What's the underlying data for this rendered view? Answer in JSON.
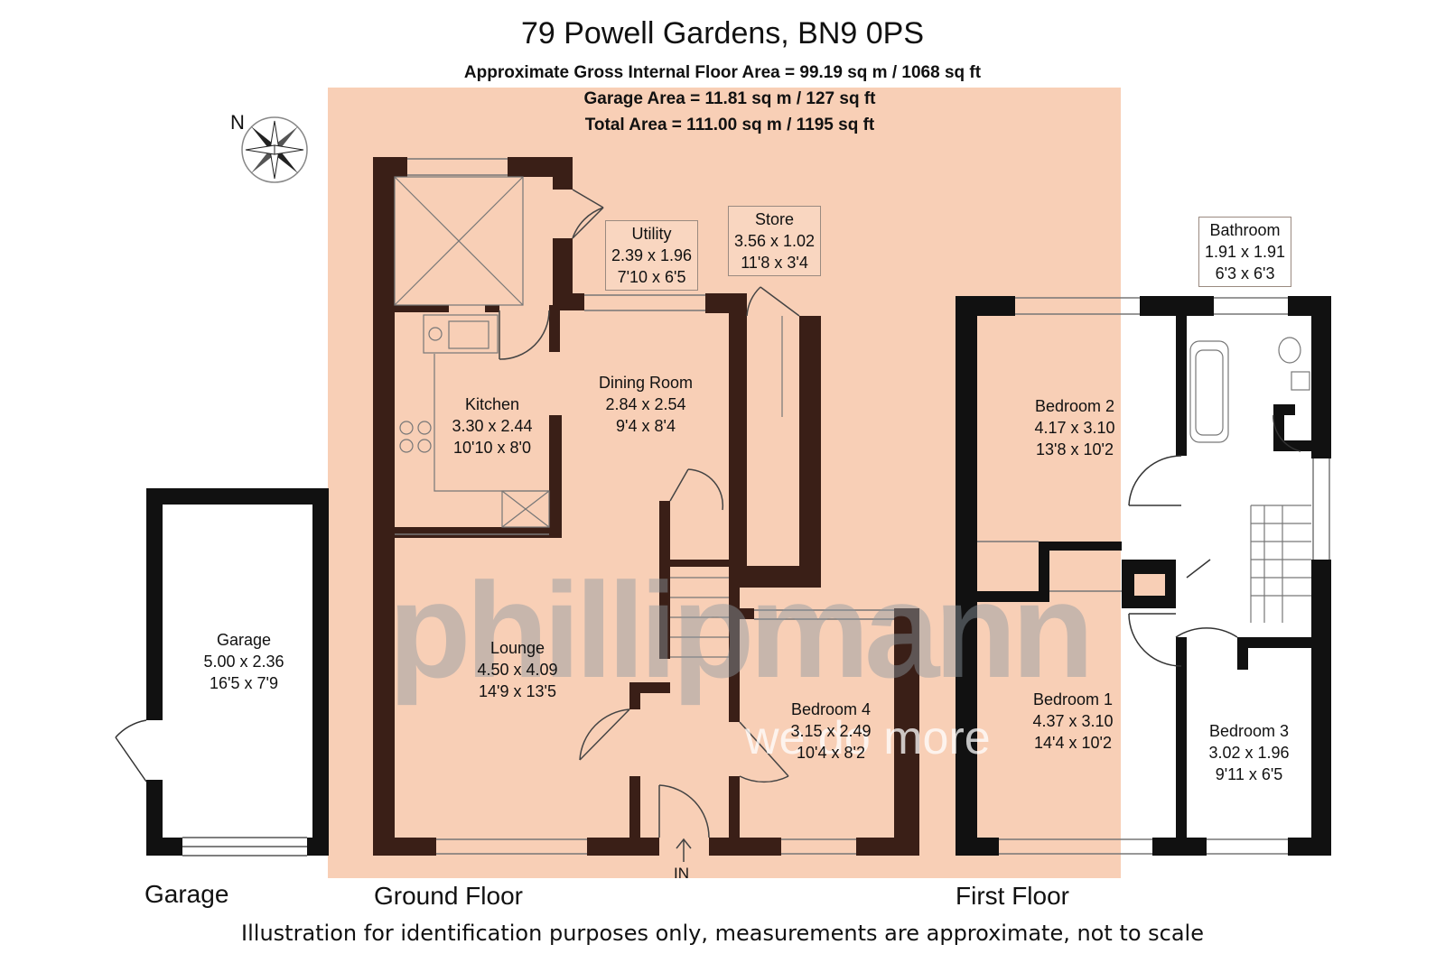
{
  "header": {
    "title": "79 Powell Gardens, BN9 0PS",
    "gross_area": "Approximate Gross Internal Floor Area = 99.19 sq m / 1068 sq ft",
    "garage_area": "Garage Area = 11.81 sq m / 127 sq ft",
    "total_area": "Total Area = 111.00 sq m / 1195 sq ft"
  },
  "compass": {
    "label": "N",
    "icon": "compass-rose-icon"
  },
  "rooms": {
    "utility": {
      "name": "Utility",
      "metric": "2.39 x 1.96",
      "imperial": "7'10 x 6'5"
    },
    "store": {
      "name": "Store",
      "metric": "3.56 x 1.02",
      "imperial": "11'8 x 3'4"
    },
    "kitchen": {
      "name": "Kitchen",
      "metric": "3.30 x 2.44",
      "imperial": "10'10 x 8'0"
    },
    "dining": {
      "name": "Dining Room",
      "metric": "2.84 x 2.54",
      "imperial": "9'4 x 8'4"
    },
    "lounge": {
      "name": "Lounge",
      "metric": "4.50 x 4.09",
      "imperial": "14'9 x 13'5"
    },
    "bedroom4": {
      "name": "Bedroom 4",
      "metric": "3.15 x 2.49",
      "imperial": "10'4 x 8'2"
    },
    "garage": {
      "name": "Garage",
      "metric": "5.00 x 2.36",
      "imperial": "16'5 x 7'9"
    },
    "bedroom2": {
      "name": "Bedroom 2",
      "metric": "4.17 x 3.10",
      "imperial": "13'8 x 10'2"
    },
    "bedroom1": {
      "name": "Bedroom 1",
      "metric": "4.37 x 3.10",
      "imperial": "14'4 x 10'2"
    },
    "bedroom3": {
      "name": "Bedroom 3",
      "metric": "3.02 x 1.96",
      "imperial": "9'11 x 6'5"
    },
    "bathroom": {
      "name": "Bathroom",
      "metric": "1.91 x 1.91",
      "imperial": "6'3 x 6'3"
    }
  },
  "entrance_label": "IN",
  "floors": {
    "garage": "Garage",
    "ground": "Ground Floor",
    "first": "First Floor"
  },
  "watermark": {
    "brand": "phillipmann",
    "tagline": "we do more"
  },
  "footer": {
    "disclaimer": "Illustration for identification purposes only, measurements are approximate, not to scale"
  },
  "colors": {
    "highlight": "#f8cfb6",
    "wall_dark": "#3a1f17",
    "wall_black": "#111111",
    "fixture": "#777777"
  }
}
